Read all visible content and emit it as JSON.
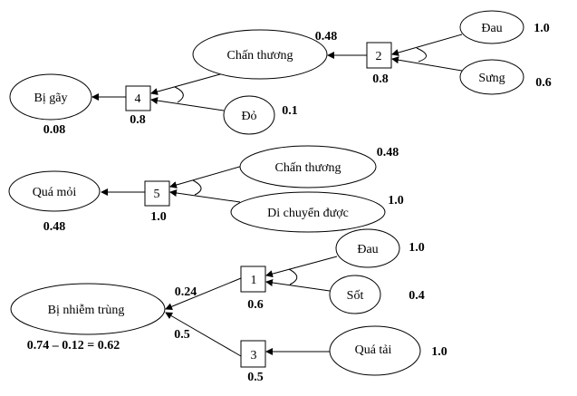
{
  "diagrams": [
    {
      "goal": {
        "label": "Bị gãy",
        "value": "0.08"
      },
      "rules": [
        {
          "id": "4",
          "cf": "0.8"
        },
        {
          "id": "2",
          "cf": "0.8"
        }
      ],
      "nodes": [
        {
          "label": "Chấn thương",
          "value": "0.48"
        },
        {
          "label": "Đỏ",
          "value": "0.1"
        },
        {
          "label": "Đau",
          "value": "1.0"
        },
        {
          "label": "Sưng",
          "value": "0.6"
        }
      ]
    },
    {
      "goal": {
        "label": "Quá mỏi",
        "value": "0.48"
      },
      "rules": [
        {
          "id": "5",
          "cf": "1.0"
        }
      ],
      "nodes": [
        {
          "label": "Chấn thương",
          "value": "0.48"
        },
        {
          "label": "Di chuyển được",
          "value": "1.0"
        }
      ]
    },
    {
      "goal": {
        "label": "Bị nhiễm trùng",
        "value": "0.74 – 0.12 = 0.62"
      },
      "rules": [
        {
          "id": "1",
          "cf": "0.6",
          "result": "0.24"
        },
        {
          "id": "3",
          "cf": "0.5",
          "result": "0.5"
        }
      ],
      "nodes": [
        {
          "label": "Đau",
          "value": "1.0"
        },
        {
          "label": "Sốt",
          "value": "0.4"
        },
        {
          "label": "Quá tải",
          "value": "1.0"
        }
      ]
    }
  ]
}
